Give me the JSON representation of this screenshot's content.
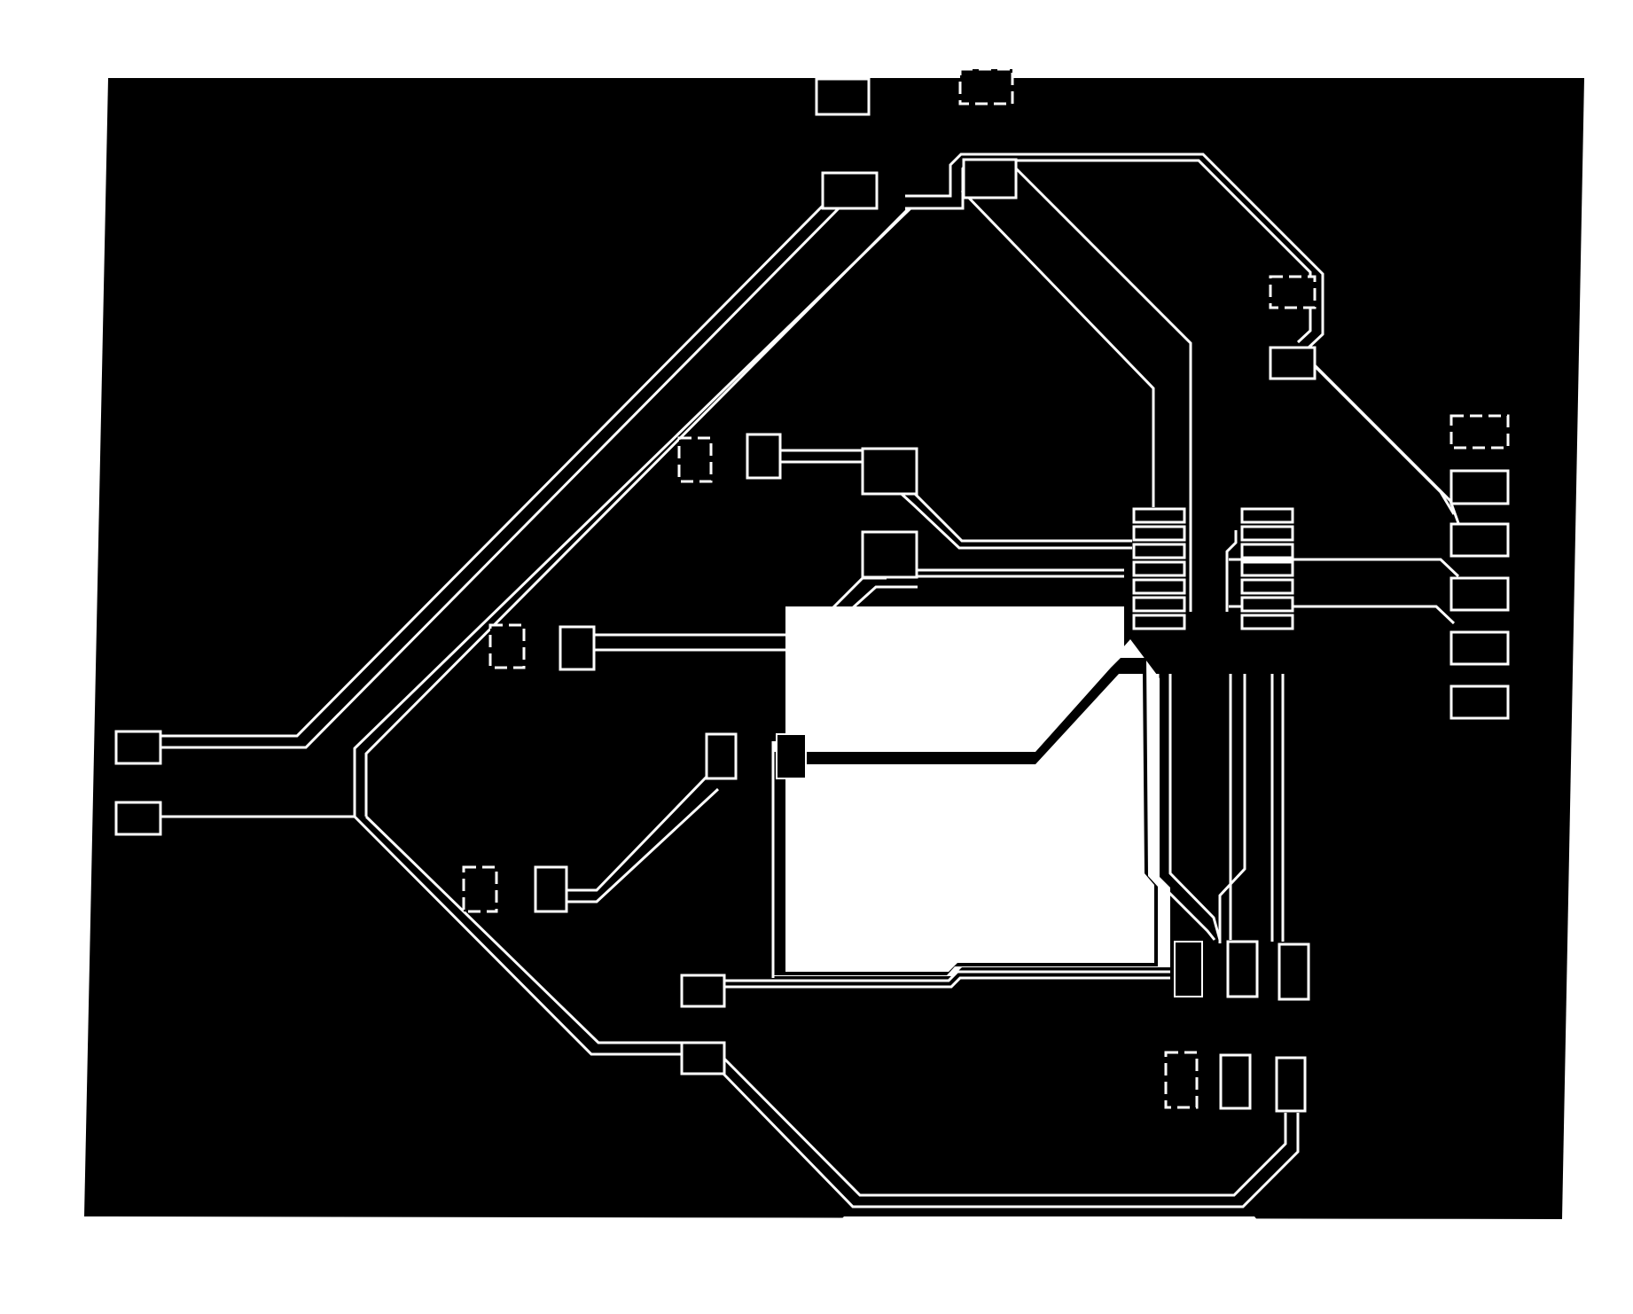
{
  "diagram": {
    "kind": "pcb-copper-layer-mask",
    "colors": {
      "copper_fill": "#000000",
      "isolation": "#ffffff",
      "background": "#ffffff"
    },
    "components": [
      {
        "name": "header-pad-row",
        "count": 5
      },
      {
        "name": "ic-soic-left-row",
        "count": 7
      },
      {
        "name": "ic-soic-right-row",
        "count": 7
      },
      {
        "name": "smd-pad-pairs",
        "count": 14
      }
    ]
  }
}
